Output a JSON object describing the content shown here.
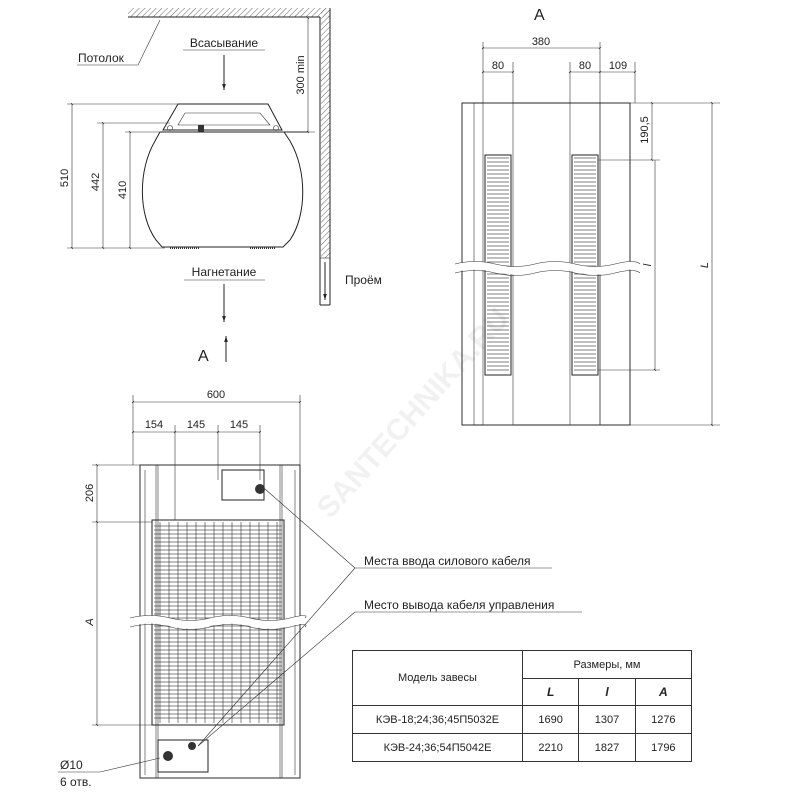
{
  "side_view": {
    "ceiling_label": "Потолок",
    "intake_label": "Всасывание",
    "discharge_label": "Нагнетание",
    "opening_label": "Проём",
    "dim_clearance": "300 min",
    "dim_total_height": "510",
    "dim_height_442": "442",
    "dim_height_410": "410",
    "view_marker": "A"
  },
  "front_view": {
    "dim_width": "600",
    "dim_154": "154",
    "dim_145_a": "145",
    "dim_145_b": "145",
    "dim_206": "206",
    "dim_A": "A",
    "power_cable_label": "Места ввода силового кабеля",
    "control_cable_label": "Место вывода кабеля управления",
    "holes_diameter": "Ø10",
    "holes_count": "6 отв."
  },
  "view_a": {
    "title": "A",
    "dim_380": "380",
    "dim_80_a": "80",
    "dim_80_b": "80",
    "dim_109": "109",
    "dim_190_5": "190,5",
    "dim_l": "l",
    "dim_L": "L"
  },
  "watermark": "SANTECHNIKA.RU",
  "table": {
    "model_header": "Модель завесы",
    "sizes_header": "Размеры, мм",
    "col_L": "L",
    "col_l": "l",
    "col_A": "A",
    "rows": [
      {
        "model": "КЭВ-18;24;36;45П5032E",
        "L": "1690",
        "l": "1307",
        "A": "1276"
      },
      {
        "model": "КЭВ-24;36;54П5042E",
        "L": "2210",
        "l": "1827",
        "A": "1796"
      }
    ]
  }
}
